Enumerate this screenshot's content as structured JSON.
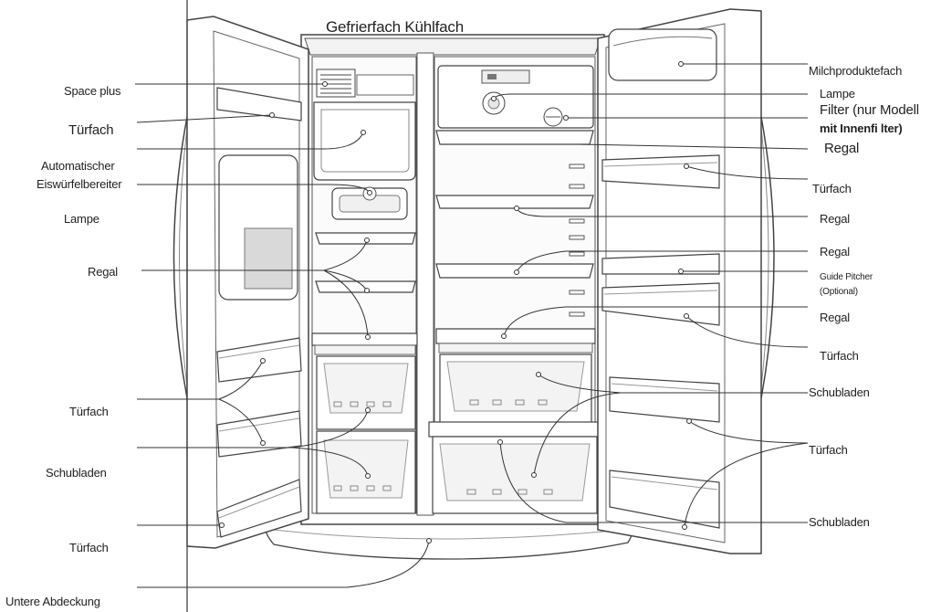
{
  "header": {
    "title": "Gefrierfach Kühlfach"
  },
  "left_labels": {
    "space_plus": "Space plus",
    "door_bin_top": "Türfach",
    "ice_maker_line1": "Automatischer",
    "ice_maker_line2": "Eiswürfelbereiter",
    "lamp": "Lampe",
    "shelf": "Regal",
    "door_bin_middle": "Türfach",
    "drawers": "Schubladen",
    "door_bin_bottom": "Türfach",
    "bottom_cover": "Untere Abdeckung"
  },
  "right_labels": {
    "dairy_compartment": "Milchproduktefach",
    "lamp": "Lampe",
    "filter_line1": "Filter (nur Modell",
    "filter_line2": "mit Innenfi lter)",
    "shelf_1": "Regal",
    "door_bin_1": "Türfach",
    "shelf_2": "Regal",
    "shelf_3": "Regal",
    "guide_pitcher_line1": "Guide Pitcher",
    "guide_pitcher_line2": "(Optional)",
    "shelf_4": "Regal",
    "door_bin_2": "Türfach",
    "drawers_1": "Schubladen",
    "door_bin_3": "Türfach",
    "drawers_2": "Schubladen"
  }
}
